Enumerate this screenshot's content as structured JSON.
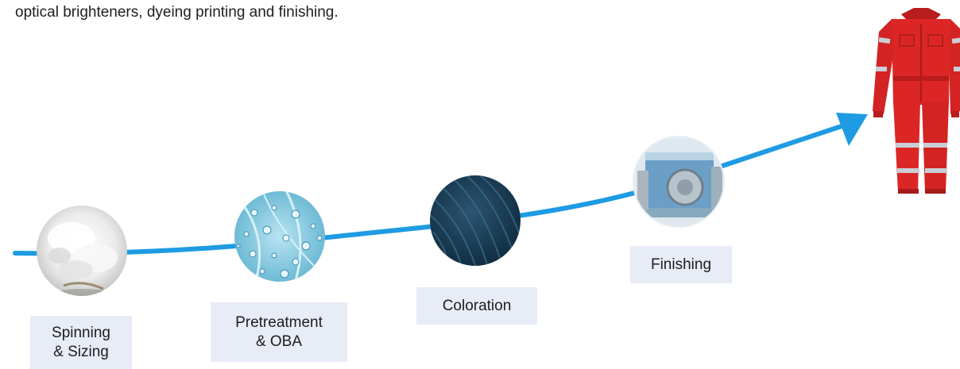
{
  "intro_text": "optical brighteners, dyeing printing and finishing.",
  "colors": {
    "arrow": "#1e9be3",
    "label_bg": "#e7ecf6",
    "suit": "#dc2626",
    "reflective": "#c9ced6"
  },
  "stages": [
    {
      "label": "Spinning\n& Sizing",
      "image": "cotton-fiber"
    },
    {
      "label": "Pretreatment\n& OBA",
      "image": "water-droplets-fabric"
    },
    {
      "label": "Coloration",
      "image": "dark-blue-fabric"
    },
    {
      "label": "Finishing",
      "image": "finishing-machine"
    }
  ],
  "end_product": {
    "image": "red-coverall"
  }
}
